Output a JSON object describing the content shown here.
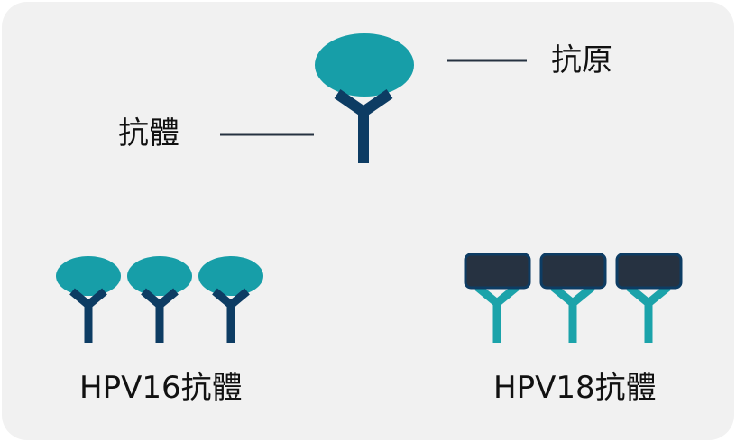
{
  "labels": {
    "antigen": "抗原",
    "antibody": "抗體",
    "hpv16": "HPV16抗體",
    "hpv18": "HPV18抗體"
  },
  "colors": {
    "background": "#f1f1f1",
    "antigen_teal": "#179ea8",
    "antibody_navy": "#0d3c63",
    "antigen_dark": "#263241",
    "antigen_dark_border": "#0d3c63",
    "hpv18_antibody_teal": "#1ba3aa",
    "leader_line": "#263241"
  },
  "groups": {
    "hpv16": {
      "count": 3,
      "antigen_shape": "ellipse",
      "antigen_color": "#179ea8",
      "antibody_color": "#0d3c63"
    },
    "hpv18": {
      "count": 3,
      "antigen_shape": "rounded-rectangle",
      "antigen_color": "#263241",
      "antibody_color": "#1ba3aa"
    }
  }
}
